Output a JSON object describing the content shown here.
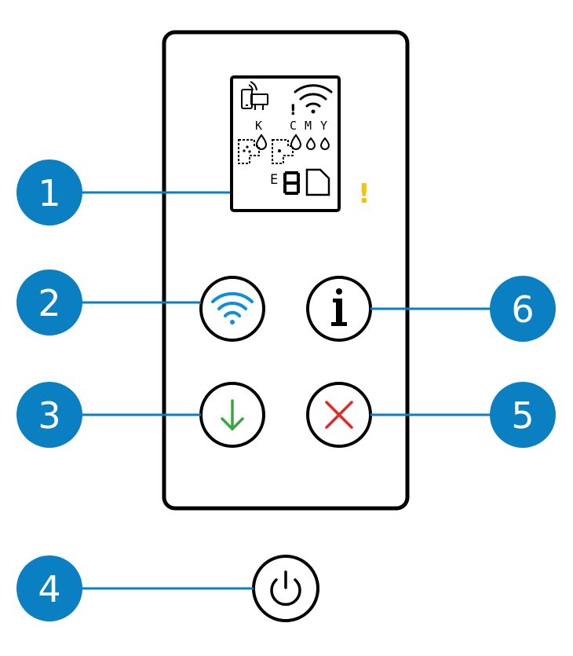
{
  "colors": {
    "callout_blue": "#0a7fc2",
    "panel_outline": "#000000",
    "wifi_blue": "#0e8fd8",
    "resume_green": "#3aa641",
    "cancel_red": "#e02a26",
    "warning_yellow": "#f5c400"
  },
  "callouts": [
    {
      "number": "1",
      "target": "control-panel-display"
    },
    {
      "number": "2",
      "target": "wireless-button"
    },
    {
      "number": "3",
      "target": "resume-button"
    },
    {
      "number": "4",
      "target": "power-button"
    },
    {
      "number": "5",
      "target": "cancel-button"
    },
    {
      "number": "6",
      "target": "information-button"
    }
  ],
  "display": {
    "ink_labels": {
      "black": "K",
      "cyan": "C",
      "magenta": "M",
      "yellow": "Y"
    },
    "error_letter": "E",
    "warning_light": "!",
    "wireless_attention": "!"
  },
  "buttons": {
    "wireless": {
      "icon": "wifi-icon"
    },
    "information": {
      "icon": "info-icon"
    },
    "resume": {
      "icon": "arrow-down-icon"
    },
    "cancel": {
      "icon": "x-icon"
    },
    "power": {
      "icon": "power-icon"
    }
  }
}
